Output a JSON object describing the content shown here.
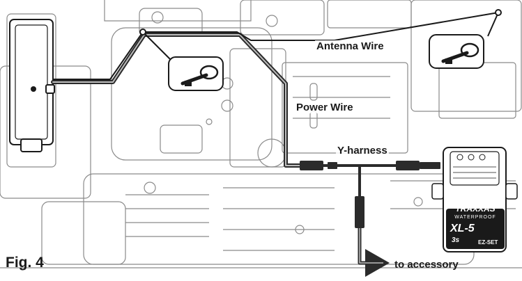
{
  "figure_label": "Fig. 4",
  "labels": {
    "antenna_wire": "Antenna Wire",
    "power_wire": "Power Wire",
    "y_harness": "Y-harness",
    "to_accessory": "to accessory"
  },
  "esc_branding": {
    "brand": "TRAXXAS",
    "tagline": "WATERPROOF",
    "model": "XL-5",
    "model_suffix": "3s",
    "badge": "EZ-SET"
  },
  "colors": {
    "line_art": "#8a8a8a",
    "wire": "#2b2b2b",
    "wire_highlight": "#bdbdbd",
    "text": "#1a1a1a"
  },
  "icons": [
    "cable-tie-icon",
    "cable-tie-icon",
    "arrow-right-icon"
  ]
}
